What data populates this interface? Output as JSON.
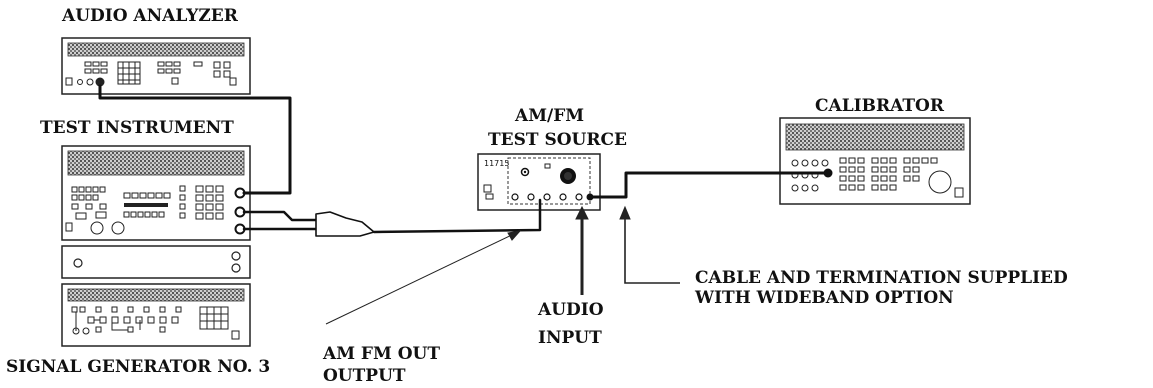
{
  "labels": {
    "audio_analyzer": "AUDIO ANALYZER",
    "test_instrument": "TEST INSTRUMENT",
    "am_fm": "AM/FM",
    "test_source": "TEST SOURCE",
    "calibrator": "CALIBRATOR",
    "cable_line1": "CABLE AND TERMINATION SUPPLIED",
    "cable_line2": "WITH WIDEBAND OPTION",
    "audio": "AUDIO",
    "input": "INPUT",
    "am_fm_out": "AM FM OUT",
    "output": "OUTPUT",
    "signal_generator": "SIGNAL GENERATOR NO. 3"
  },
  "source_panel_text": "11715"
}
